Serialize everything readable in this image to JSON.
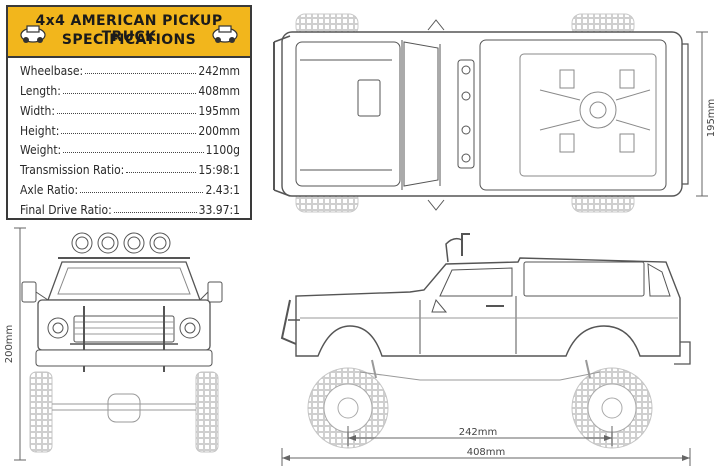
{
  "spec_box": {
    "title_line1": "4x4 AMERICAN PICKUP TRUCK",
    "title_line2": "SPECIFICATIONS",
    "rows": [
      {
        "label": "Wheelbase:",
        "value": "242mm"
      },
      {
        "label": "Length:",
        "value": "408mm"
      },
      {
        "label": "Width:",
        "value": "195mm"
      },
      {
        "label": "Height:",
        "value": "200mm"
      },
      {
        "label": "Weight:",
        "value": "1100g"
      },
      {
        "label": "Transmission Ratio:",
        "value": "15:98:1"
      },
      {
        "label": "Axle Ratio:",
        "value": "2.43:1"
      },
      {
        "label": "Final Drive Ratio:",
        "value": "33.97:1"
      }
    ],
    "accent_color": "#f2b61c"
  },
  "dimensions": {
    "top_view_width": "195mm",
    "front_view_height": "200mm",
    "side_wheelbase": "242mm",
    "side_length": "408mm"
  }
}
